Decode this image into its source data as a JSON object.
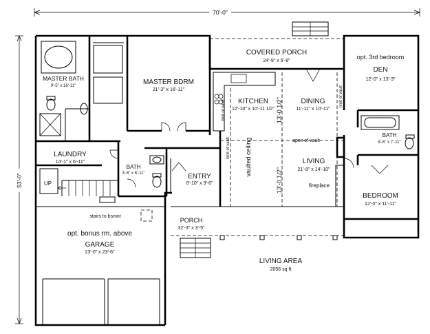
{
  "dimensions": {
    "width": "70'-0\"",
    "depth": "53'-0\""
  },
  "rooms": {
    "covered_porch": {
      "name": "COVERED PORCH",
      "size": "24'-9\" x 5'-8\""
    },
    "den": {
      "name": "DEN",
      "note": "opt. 3rd bedroom",
      "size": "12'-0\" x 13'-3\""
    },
    "master_bath": {
      "name": "MASTER BATH",
      "size": "9'-5\" x 16'-11\""
    },
    "master_bdrm": {
      "name": "MASTER BDRM",
      "size": "21'-3\" x 16'-11\""
    },
    "kitchen": {
      "name": "KITCHEN",
      "size": "12'-10\" x 10'-11 1/2\""
    },
    "dining": {
      "name": "DINING",
      "size": "11'-11\" x 10'-11\""
    },
    "laundry": {
      "name": "LAUNDRY",
      "size": "14'-1\" x 6'-11\""
    },
    "bath_small": {
      "name": "BATH",
      "size": "3'-6\" x 6'-11\""
    },
    "entry": {
      "name": "ENTRY",
      "size": "6'-10\" x 9'-0\""
    },
    "living": {
      "name": "LIVING",
      "size": "21'-8\" x 14'-10\""
    },
    "bath_right": {
      "name": "BATH",
      "size": "8'-6\" x 7'-11\""
    },
    "bedroom": {
      "name": "BEDROOM",
      "size": "12'-0\" x 11'-11\""
    },
    "porch": {
      "name": "PORCH",
      "size": "32'-3\" x 3'-5\""
    },
    "garage": {
      "name": "GARAGE",
      "note": "opt. bonus rm. above",
      "size": "23'-0\" x 23'-6\""
    }
  },
  "labels": {
    "ceiling_height_upper": "13'-0 1/2\"",
    "ceiling_height_lower": "13'-0 1/2\"",
    "vaulted_ceiling": "vaulted ceiling",
    "limit_of_vault_left": "limit of vault",
    "limit_of_vault_right": "limit of vault",
    "limit_of_vault_kitchen": "limit of vault",
    "apex_of_vault": "apex of vault",
    "fireplace": "fireplace",
    "stairs": "stairs to bsmnt",
    "up": "UP",
    "living_area": "LIVING AREA",
    "living_area_size": "2056 sq ft"
  }
}
